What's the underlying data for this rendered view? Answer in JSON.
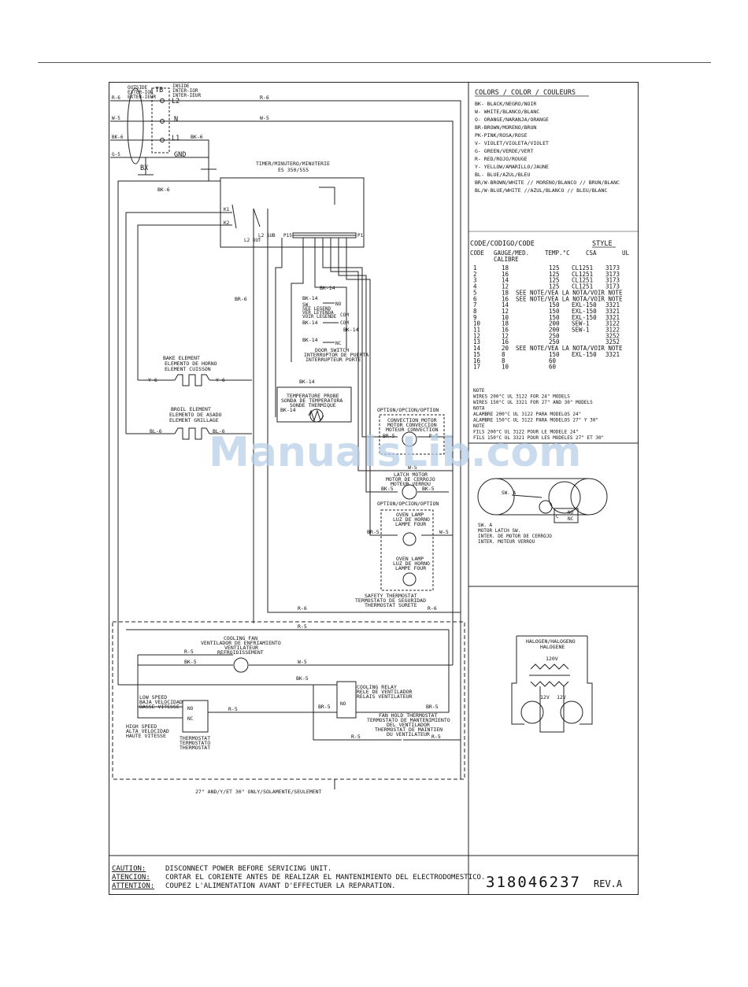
{
  "terminal_block": {
    "outside_text": [
      "OUTSIDE",
      "EXTER-IOR",
      "EXTER-IEUR"
    ],
    "inside_text": [
      "INSIDE",
      "INTER-IOR",
      "INTER-IEUR"
    ],
    "tb_label": "TB",
    "terminals": [
      "L2",
      "N",
      "L1"
    ],
    "gnd_label": "GND",
    "bx_label": "BX",
    "side_labels": [
      "R-6",
      "W-5",
      "BK-6",
      "G-5"
    ]
  },
  "wires": {
    "l2": "R-6",
    "n": "W-5",
    "l1": "BK-6",
    "bk6_main": "BK-6",
    "br6_left": "BR-6",
    "y6_a": "Y-6",
    "y6_b": "Y-6",
    "bl6_a": "BL-6",
    "bl6_b": "BL-6",
    "bk14_a": "BK-14",
    "bk14_b": "BK-14",
    "bk14_c": "BK-14",
    "bk14_d": "BK-14",
    "bk14_e": "BK-14",
    "bk14_f": "BK-14",
    "w5_latch": "W-5",
    "bk5_latch_a": "BK-5",
    "bk5_latch_b": "BK-5",
    "br5_conv": "BR-5",
    "r5_conv": "R-5",
    "br5_lamp": "BR-5",
    "w5_lamp": "W-5",
    "r6_safety_a": "R-6",
    "r6_safety_b": "R-6",
    "r5_top": "R-5",
    "r5_fan": "R-5",
    "bk5_fan": "BK-5",
    "w5_fan": "W-5",
    "bk5_relay": "BK-5",
    "r5_thermo": "R-5",
    "br5_relay": "BR-5",
    "br5_right": "BR-5",
    "r5_hold_a": "R-5",
    "r5_hold_b": "R-5"
  },
  "components": {
    "timer": [
      "TIMER/MINUTERO/MINUTERIE",
      "ES 350/555"
    ],
    "timer_pins": [
      "K1",
      "K2",
      "L2 SUB",
      "L2 OUT",
      "P15",
      "P1"
    ],
    "bake": [
      "BAKE ELEMENT",
      "ELEMENTO DE HORNO",
      "ELEMENT CUISSON"
    ],
    "broil": [
      "BROIL ELEMENT",
      "ELEMENTO DE ASADO",
      "ELEMENT GRILLAGE"
    ],
    "door_switch": [
      "DOOR SWITCH",
      "INTERRUPTOR DE PUERTA",
      "INTERRUPTEUR PORTE"
    ],
    "door_sw_legend": [
      "SW",
      "SEE LEGEND",
      "VER LEYENDA",
      "VOIR LEGENDE"
    ],
    "temp_probe": [
      "TEMPERATURE PROBE",
      "SONDA DE TEMPERATURA",
      "SONDE THERMIQUE"
    ],
    "convection": [
      "CONVECTION MOTOR",
      "MOTOR CONVECCION",
      "MOTEUR CONVECTION"
    ],
    "latch": [
      "LATCH MOTOR",
      "MOTOR DE CERROJO",
      "MOTEUR VERROU"
    ],
    "oven_lamp": [
      "OVEN LAMP",
      "LUZ DE HORNO",
      "LAMPE FOUR"
    ],
    "safety": [
      "SAFETY THERMOSTAT",
      "TERMOSTATO DE SEGURIDAD",
      "THERMOSTAT SURETE"
    ],
    "cooling_fan": [
      "COOLING FAN",
      "VENTILADOR DE ENFRIAMIENTO",
      "VENTILATEUR",
      "REFROIDISSEMENT"
    ],
    "cooling_relay": [
      "COOLING RELAY",
      "RELE DE VENTILADOR",
      "RELAIS VENTILATEUR"
    ],
    "fan_hold": [
      "FAN HOLD THERMOSTAT",
      "TERMOSTATO DE MANTENIMIENTO",
      "DEL VENTILADOR",
      "THERMOSTAT DE MAINTIEN",
      "DU VENTILATEUR"
    ],
    "low_speed": [
      "LOW SPEED",
      "BAJA VELOCIDAD",
      "BASSE VITESSE"
    ],
    "high_speed": [
      "HIGH SPEED",
      "ALTA VELOCIDAD",
      "HAUTE VITESSE"
    ],
    "thermostat": [
      "THERMOSTAT",
      "TERMOSTATO",
      "THERMOSTAT"
    ],
    "contacts": [
      "NO",
      "COM",
      "NC"
    ],
    "option": "OPTION/OPCION/OPTION",
    "only_note": "27\" AND/Y/ET 30\" ONLY/SOLAMENTE/SEULEMENT"
  },
  "colors_panel": {
    "title": "COLORS / COLOR / COULEURS",
    "items": [
      "BK- BLACK/NEGRO/NOIR",
      "W- WHITE/BLANCO/BLANC",
      "O- ORANGE/NARANJA/ORANGE",
      "BR-BROWN/MORENO/BRUN",
      "PK-PINK/ROSA/ROSE",
      "V- VIOLET/VIOLETA/VIOLET",
      "G- GREEN/VERDE/VERT",
      "R- RED/ROJO/ROUGE",
      "Y- YELLOW/AMARILLO/JAUNE",
      "BL- BLUE/AZUL/BLEU",
      "BR/W-BROWN/WHITE // MORENO/BLANCO // BRUN/BLANC",
      "BL/W-BLUE/WHITE //AZUL/BLANCO // BLEU/BLANC"
    ]
  },
  "codes_panel": {
    "title_left": "CODE/CODIGO/CODE",
    "title_right": "STYLE",
    "headers": [
      "CODE",
      "GAUGE/MED.",
      "TEMP.°C",
      "CSA",
      "UL"
    ],
    "header_sub": "CALIBRE",
    "rows": [
      [
        "1",
        "18",
        "125",
        "CL1251",
        "3173"
      ],
      [
        "2",
        "16",
        "125",
        "CL1251",
        "3173"
      ],
      [
        "3",
        "14",
        "125",
        "CL1251",
        "3173"
      ],
      [
        "4",
        "12",
        "125",
        "CL1251",
        "3173"
      ],
      [
        "5",
        "18",
        "SEE NOTE/VEA LA NOTA/VOIR NOTE",
        "",
        ""
      ],
      [
        "6",
        "16",
        "SEE NOTE/VEA LA NOTA/VOIR NOTE",
        "",
        ""
      ],
      [
        "7",
        "14",
        "150",
        "EXL-150",
        "3321"
      ],
      [
        "8",
        "12",
        "150",
        "EXL-150",
        "3321"
      ],
      [
        "9",
        "10",
        "150",
        "EXL-150",
        "3321"
      ],
      [
        "10",
        "18",
        "200",
        "SEW-1",
        "3122"
      ],
      [
        "11",
        "16",
        "200",
        "SEW-1",
        "3122"
      ],
      [
        "12",
        "12",
        "250",
        "",
        "3252"
      ],
      [
        "13",
        "16",
        "250",
        "",
        "3252"
      ],
      [
        "14",
        "20",
        "SEE NOTE/VEA LA NOTA/VOIR NOTE",
        "",
        ""
      ],
      [
        "15",
        "8",
        "150",
        "EXL-150",
        "3321"
      ],
      [
        "16",
        "8",
        "60",
        "",
        ""
      ],
      [
        "17",
        "10",
        "60",
        "",
        ""
      ]
    ],
    "notes": [
      "NOTE",
      "WIRES 200°C UL 3122 FOR 24\" MODELS",
      "WIRES 150°C UL 3321 FOR 27\" AND 30\" MODELS",
      "NOTA",
      "ALAMBRE 200°C UL 3122 PARA MODELOS 24\"",
      "ALAMBRE 150°C UL 3122 PARA MODELOS 27\" Y 30\"",
      "NOTE",
      "FILS  200°C UL 3122 POUR LE MODELE 24\"",
      "FILS  150°C UL 3321 POUR LES MODELES 27\" ET 30\""
    ]
  },
  "latch_panel": {
    "sw_label": "SW. A",
    "contacts": [
      "NO",
      "C",
      "NC"
    ],
    "legend": [
      "SW. A",
      "MOTOR LATCH SW.",
      "INTER. DE MOTOR DE CERROJO",
      "INTER. MOTEUR VERROU"
    ]
  },
  "halogen_panel": {
    "title": [
      "HALOGEN/HALOGENO",
      "HALOGENE"
    ],
    "primary": "120V",
    "secondary": [
      "12V",
      "12V"
    ]
  },
  "caution": {
    "lines": [
      {
        "label": "CAUTION:",
        "text": "DISCONNECT POWER BEFORE SERVICING UNIT."
      },
      {
        "label": "ATENCION:",
        "text": "CORTAR EL CORIENTE ANTES DE REALIZAR EL MANTENIMIENTO DEL ELECTRODOMESTICO."
      },
      {
        "label": "ATTENTION:",
        "text": "COUPEZ L'ALIMENTATION AVANT D'EFFECTUER LA REPARATION."
      }
    ]
  },
  "document_number": "318046237",
  "revision": "REV.A",
  "watermark": "ManualsLib.com"
}
